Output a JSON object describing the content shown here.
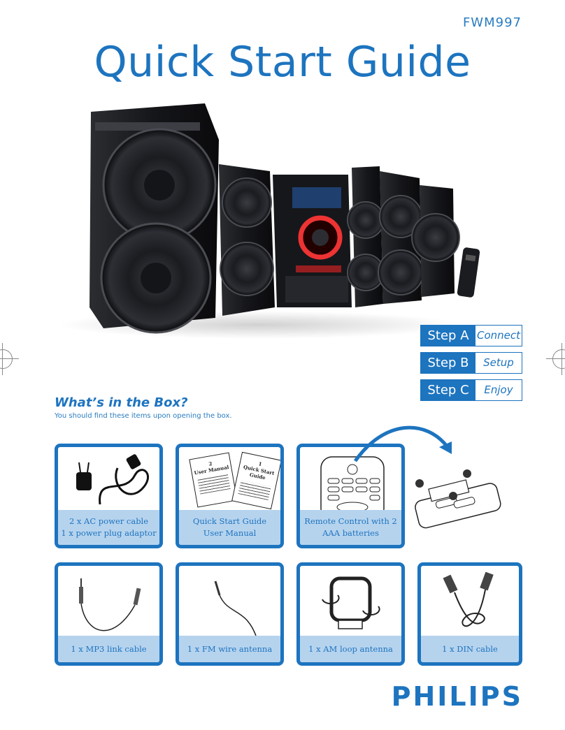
{
  "header": {
    "model": "FWM997",
    "title": "Quick Start Guide"
  },
  "steps": [
    {
      "label": "Step A",
      "word": "Connect"
    },
    {
      "label": "Step B",
      "word": "Setup"
    },
    {
      "label": "Step C",
      "word": "Enjoy"
    }
  ],
  "box": {
    "heading": "What’s in the Box?",
    "subtitle": "You should find these items upon opening the box."
  },
  "items": {
    "ac": {
      "line1": "2 x AC power cable",
      "line2": "1 x power plug adaptor"
    },
    "guides": {
      "line1": "Quick Start Guide",
      "line2": "User Manual",
      "doc_a": "User Manual",
      "doc_a_num": "2",
      "doc_b": "Quick Start Guide",
      "doc_b_num": "1"
    },
    "remote": {
      "line1": "Remote Control with 2",
      "line2": "AAA batteries"
    },
    "mp3": {
      "line1": "1 x MP3 link cable"
    },
    "fm": {
      "line1": "1 x FM wire antenna"
    },
    "am": {
      "line1": "1 x AM loop antenna"
    },
    "din": {
      "line1": "1 x DIN cable"
    }
  },
  "brand": {
    "name": "PHILIPS"
  },
  "colors": {
    "accent": "#1d74bf",
    "caption_bg": "#b6d3ee"
  }
}
